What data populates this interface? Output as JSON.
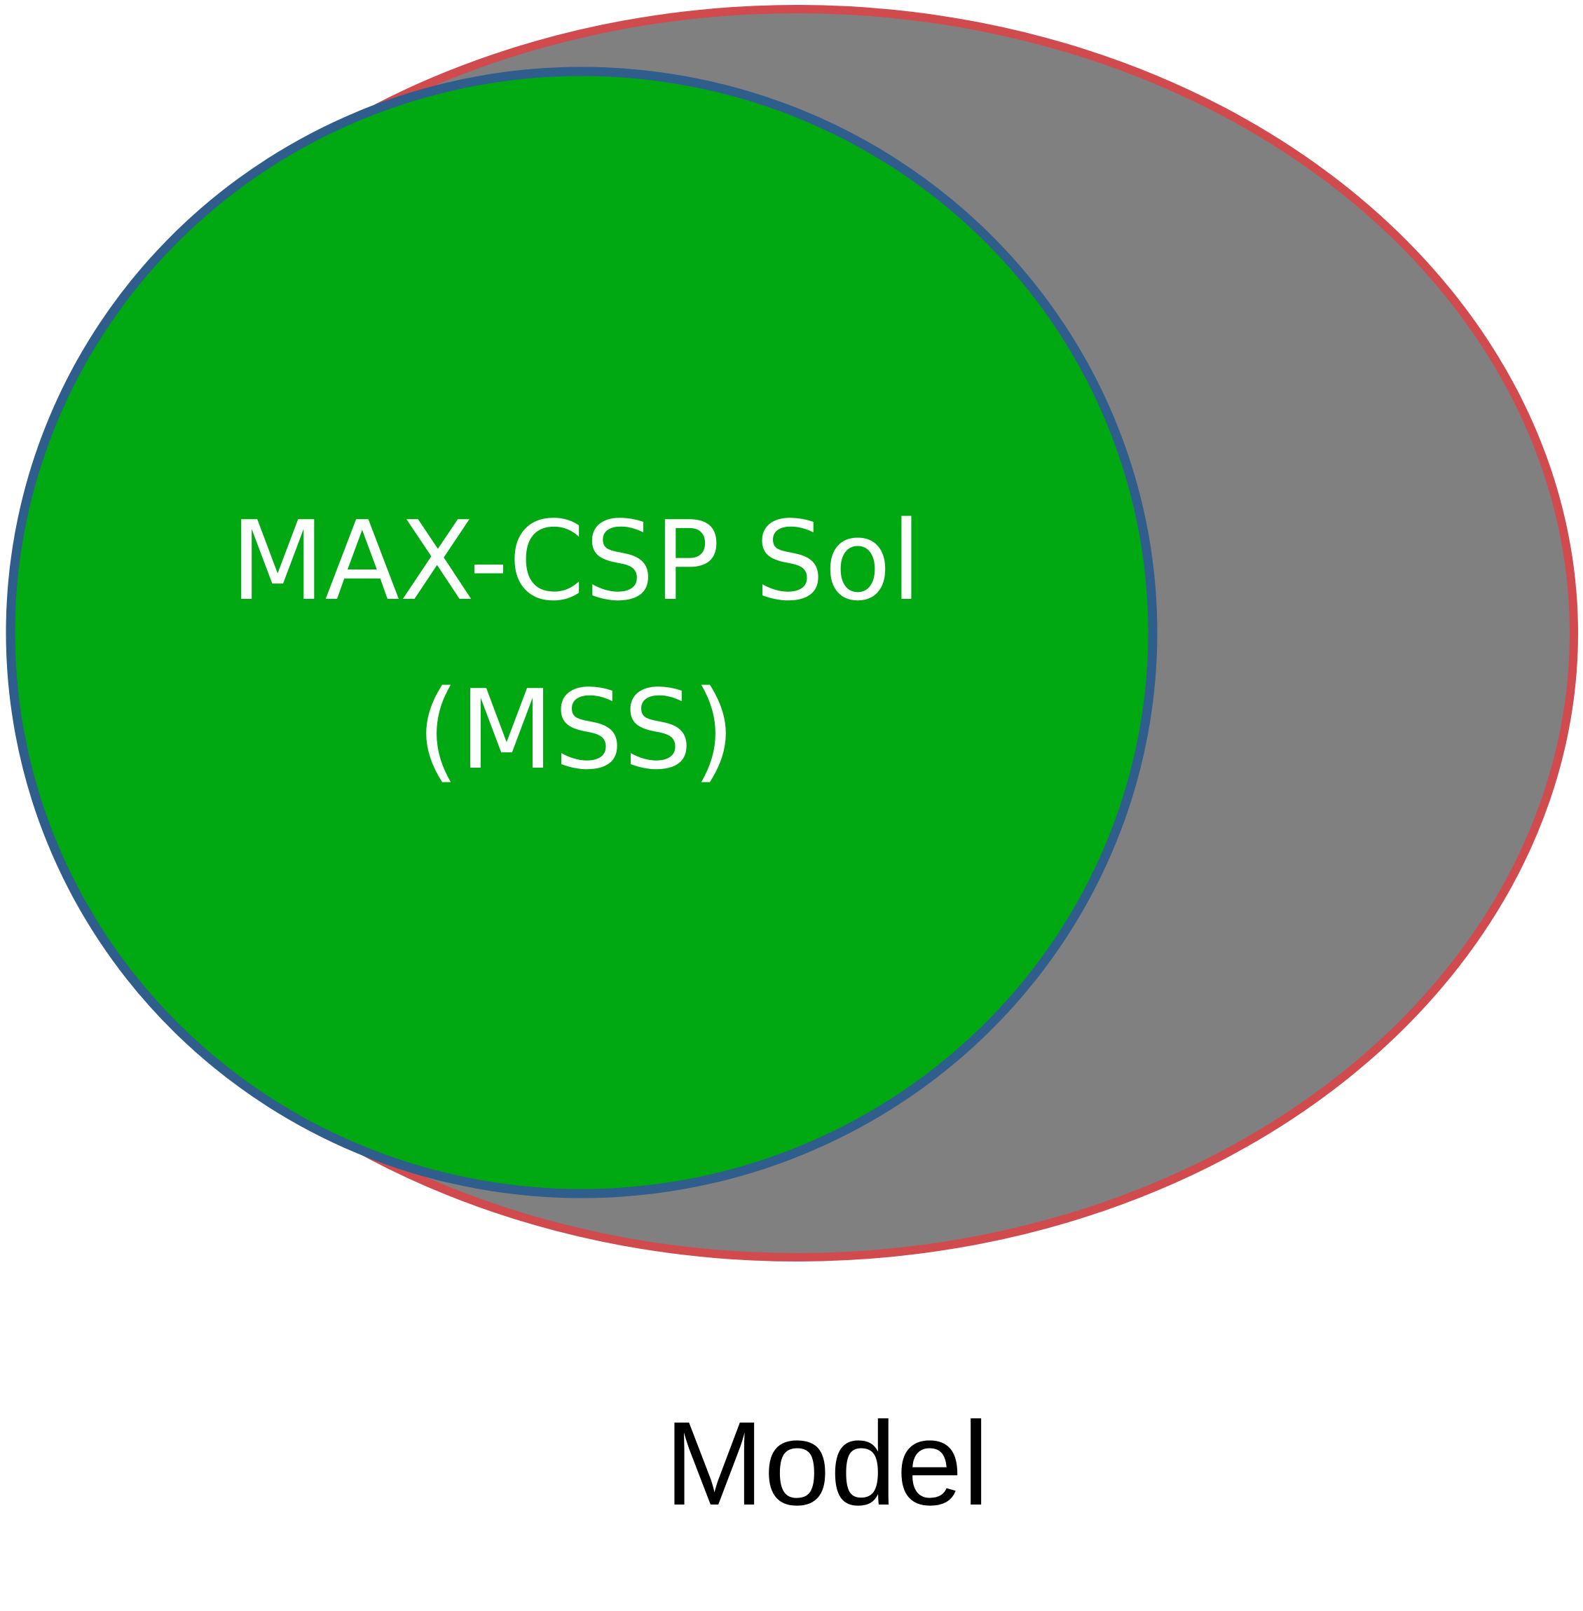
{
  "diagram": {
    "outer_set": {
      "label": "Model",
      "fill_color": "#808080",
      "stroke_color": "#d04a4e"
    },
    "inner_set": {
      "label_line1": "MAX-CSP Sol",
      "label_line2": "(MSS)",
      "fill_color": "#00a912",
      "stroke_color": "#2f5d8c"
    }
  }
}
